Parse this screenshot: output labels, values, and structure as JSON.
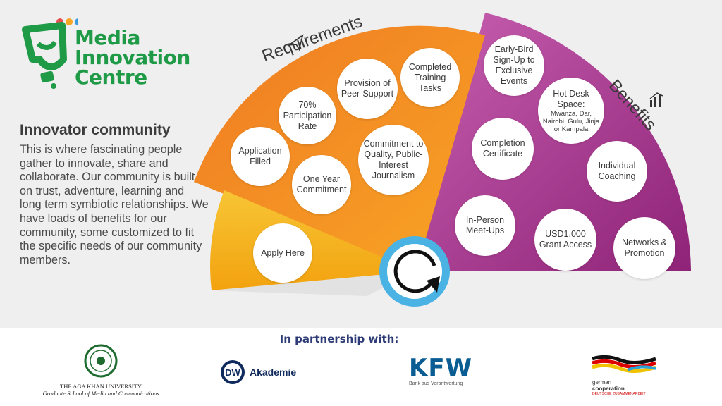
{
  "logo": {
    "line1": "Media",
    "line2": "Innovation",
    "line3": "Centre",
    "dot_colors": [
      "#e94e4e",
      "#f5a623",
      "#3b9be0"
    ],
    "brand_color": "#1f9a47"
  },
  "intro": {
    "title": "Innovator community",
    "body": "This is where fascinating people gather to innovate, share and collaborate. Our community is built on trust, adventure, learning and long term symbiotic relationships. We have loads of benefits for our community, some customized to fit the specific needs of our community members."
  },
  "requirements": {
    "label": "Requirements",
    "icon": "paper-plane-icon",
    "items": [
      "Apply Here",
      "Application Filled",
      "70% Participation Rate",
      "One Year Commitment",
      "Provision of Peer-Support",
      "Commitment to Quality, Public-Interest Journalism",
      "Completed Training Tasks"
    ]
  },
  "benefits": {
    "label": "Benefits",
    "icon": "bar-chart-icon",
    "items": {
      "early_bird": "Early-Bird Sign-Up to Exclusive Events",
      "hot_desk_title": "Hot Desk Space:",
      "hot_desk_detail": "Mwanza, Dar, Nairobi, Gulu, Jinja or Kampala",
      "completion": "Completion Certificate",
      "coaching": "Individual Coaching",
      "meetups": "In-Person Meet-Ups",
      "grant": "USD1,000 Grant Access",
      "networks": "Networks & Promotion"
    }
  },
  "colors": {
    "yellow": "#f6b41c",
    "orange": "#f28a22",
    "purple": "#a3338f",
    "cycle_ring": "#4ab3e4"
  },
  "partners": {
    "title": "In partnership with:",
    "aku_name": "THE AGA KHAN UNIVERSITY",
    "aku_sub": "Graduate School of Media and Communications",
    "dw_text": "Akademie",
    "dw_mark": "DW",
    "kfw_logo": "KFW",
    "kfw_sub": "Bank aus Verantwortung",
    "giz_1": "german",
    "giz_2": "cooperation",
    "giz_3": "DEUTSCHE ZUSAMMENARBEIT"
  }
}
